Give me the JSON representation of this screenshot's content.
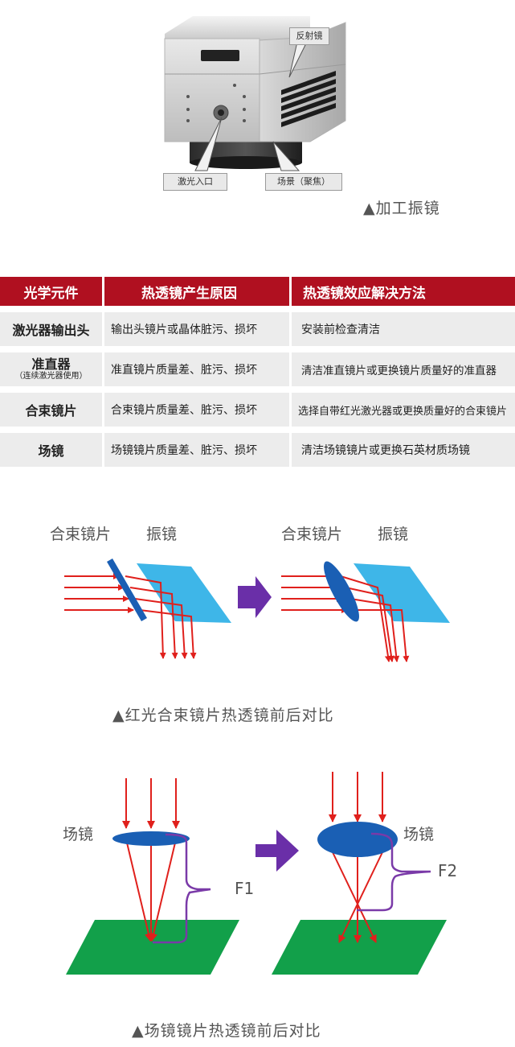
{
  "device": {
    "labels": {
      "mirror": "反射镜",
      "laser_entry": "激光入口",
      "field_lens": "场景（聚焦）"
    },
    "caption": "▲加工振镜"
  },
  "table": {
    "header_color": "#b01020",
    "headers": [
      "光学元件",
      "热透镜产生原因",
      "热透镜效应解决方法"
    ],
    "rows": [
      {
        "component": "激光器输出头",
        "sub": "",
        "cause": "输出头镜片或晶体脏污、损坏",
        "solution": "安装前检查清洁"
      },
      {
        "component": "准直器",
        "sub": "（连续激光器使用）",
        "cause": "准直镜片质量差、脏污、损坏",
        "solution": "清洁准直镜片或更换镜片质量好的准直器"
      },
      {
        "component": "合束镜片",
        "sub": "",
        "cause": "合束镜片质量差、脏污、损坏",
        "solution": "选择自带红光激光器或更换质量好的合束镜片"
      },
      {
        "component": "场镜",
        "sub": "",
        "cause": "场镜镜片质量差、脏污、损坏",
        "solution": "清洁场镜镜片或更换石英材质场镜"
      }
    ]
  },
  "diagram1": {
    "left_labels": [
      "合束镜片",
      "振镜"
    ],
    "right_labels": [
      "合束镜片",
      "振镜"
    ],
    "caption": "▲红光合束镜片热透镜前后对比"
  },
  "diagram2": {
    "left_label": "场镜",
    "left_focal": "F1",
    "right_label": "场镜",
    "right_focal": "F2",
    "caption": "▲场镜镜片热透镜前后对比"
  },
  "colors": {
    "beam": "#e0201c",
    "arrow": "#6a2fa8",
    "mirror": "#29aee6",
    "lens": "#1a5fb4",
    "plane": "#12a04a",
    "bracket": "#7a3aa8"
  }
}
